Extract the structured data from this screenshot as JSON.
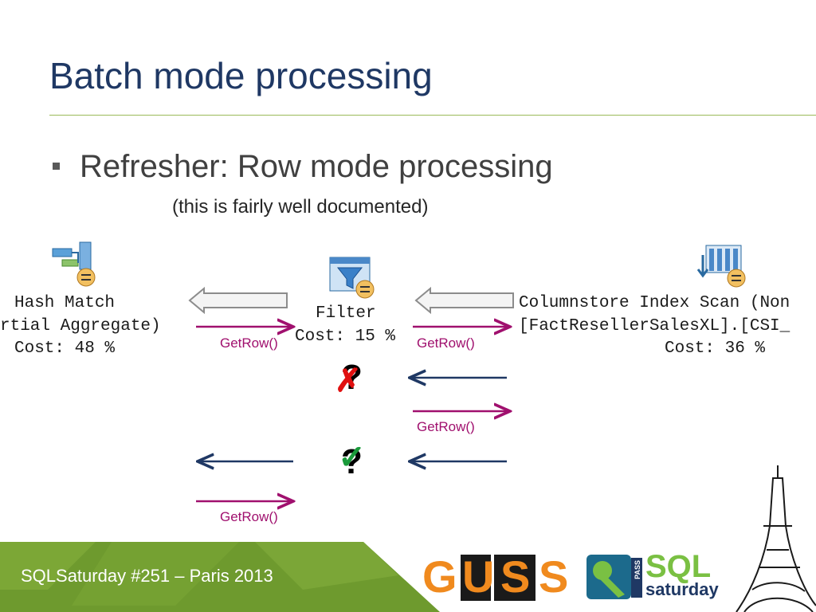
{
  "slide": {
    "title": "Batch mode processing",
    "bullet": "Refresher: Row mode processing",
    "subtitle": "(this is fairly well documented)"
  },
  "operators": {
    "hash": {
      "line1": "Hash Match",
      "line2": "rtial Aggregate)",
      "line3": "Cost: 48 %"
    },
    "filter": {
      "line1": "Filter",
      "line2": "Cost: 15 %"
    },
    "scan": {
      "line1": "Columnstore Index Scan (Non",
      "line2": "[FactResellerSalesXL].[CSI_",
      "line3": "Cost: 36 %"
    }
  },
  "calls": {
    "getrow_1": "GetRow()",
    "getrow_2": "GetRow()",
    "getrow_3": "GetRow()",
    "getrow_4": "GetRow()"
  },
  "marks": {
    "q1": "?",
    "q2": "?",
    "cross": "✗",
    "check": "✓"
  },
  "footer": {
    "event": "SQLSaturday #251 – Paris 2013",
    "logo_guss": {
      "g": "G",
      "u": "U",
      "s1": "S",
      "s2": "S"
    },
    "logo_sql": {
      "pass": "PASS",
      "sql": "SQL",
      "saturday": "saturday"
    }
  },
  "colors": {
    "title": "#1f3864",
    "accent_green": "#9bbb59",
    "getrow": "#a0106e",
    "return_arrow": "#1f3864",
    "cross": "#e01010",
    "check": "#1a9a3a",
    "guss_orange": "#f08a1e"
  }
}
